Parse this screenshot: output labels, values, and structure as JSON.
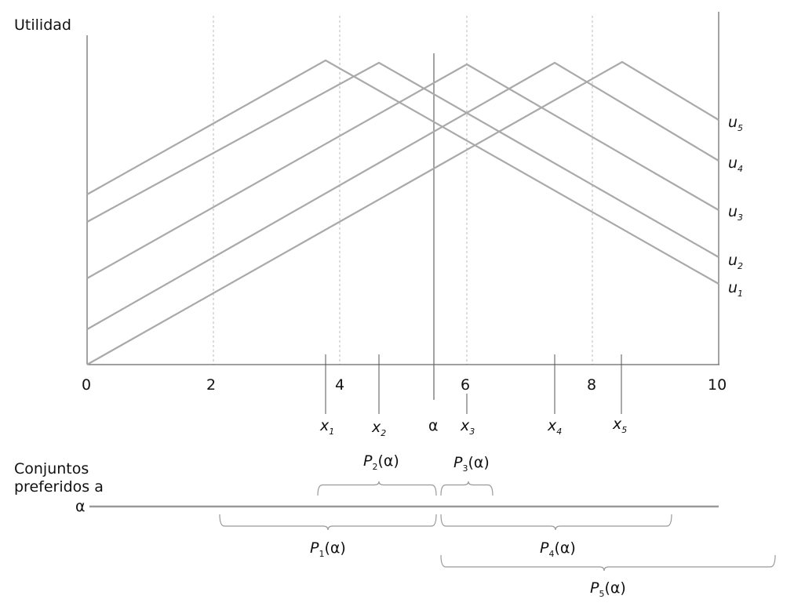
{
  "y_axis_label": "Utilidad",
  "x_ticks": [
    "0",
    "2",
    "4",
    "6",
    "8",
    "10"
  ],
  "point_labels": [
    {
      "var": "x",
      "sub": "1"
    },
    {
      "var": "x",
      "sub": "2"
    },
    {
      "var": "α",
      "sub": ""
    },
    {
      "var": "x",
      "sub": "3"
    },
    {
      "var": "x",
      "sub": "4"
    },
    {
      "var": "x",
      "sub": "5"
    }
  ],
  "curve_labels": [
    {
      "var": "u",
      "sub": "5"
    },
    {
      "var": "u",
      "sub": "4"
    },
    {
      "var": "u",
      "sub": "3"
    },
    {
      "var": "u",
      "sub": "2"
    },
    {
      "var": "u",
      "sub": "1"
    }
  ],
  "sets_label_line1": "Conjuntos",
  "sets_label_line2": "preferidos a",
  "alpha_label": "α",
  "sets": [
    {
      "var": "P",
      "sub": "1",
      "arg": "(α)"
    },
    {
      "var": "P",
      "sub": "2",
      "arg": "(α)"
    },
    {
      "var": "P",
      "sub": "3",
      "arg": "(α)"
    },
    {
      "var": "P",
      "sub": "4",
      "arg": "(α)"
    },
    {
      "var": "P",
      "sub": "5",
      "arg": "(α)"
    }
  ],
  "peaks": {
    "x1": 3.78,
    "x2": 4.63,
    "alpha": 5.5,
    "x3": 6.02,
    "x4": 7.41,
    "x5": 8.47
  }
}
